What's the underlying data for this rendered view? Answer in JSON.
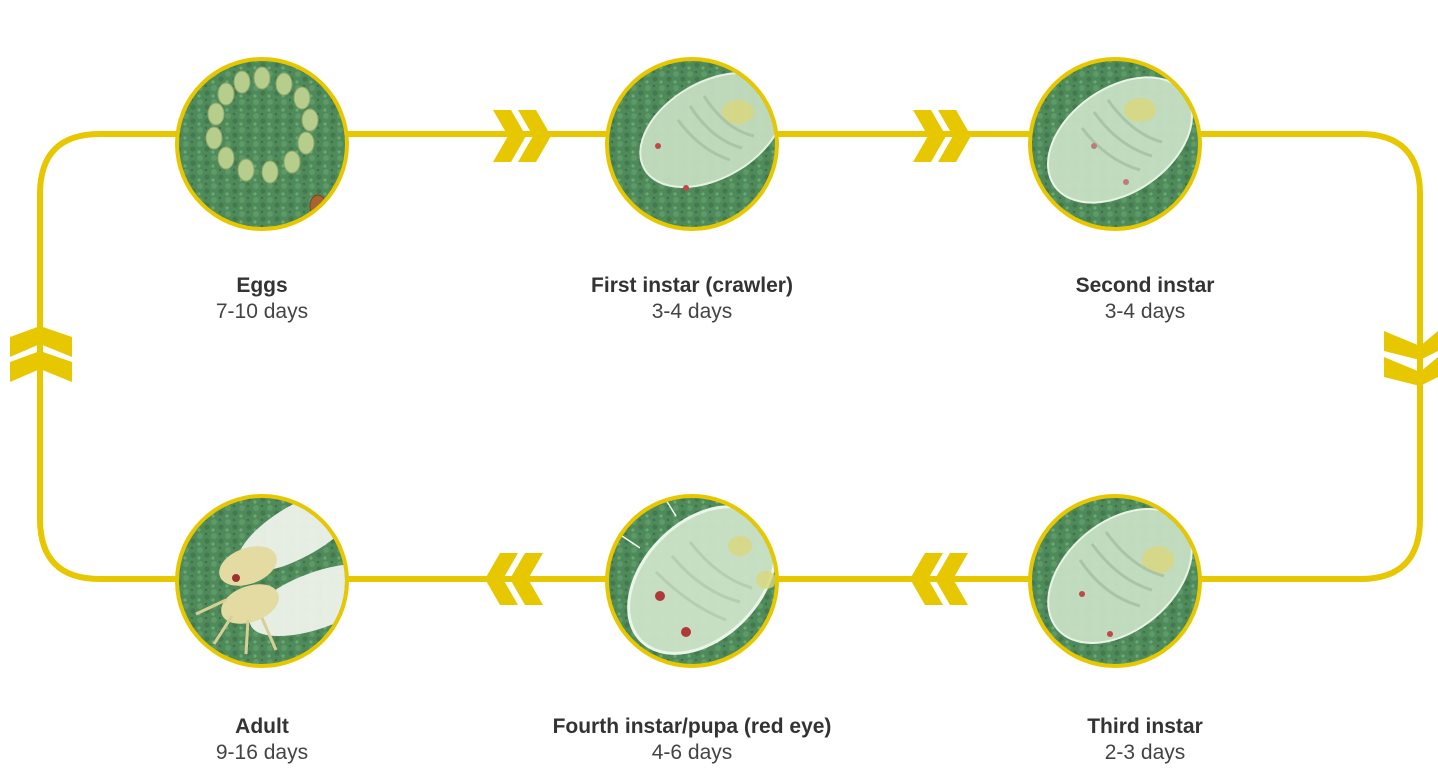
{
  "accent_color": "#e6c700",
  "stages": [
    {
      "id": "eggs",
      "name": "Eggs",
      "duration": "7-10 days",
      "illustration": "egg-cluster"
    },
    {
      "id": "first-instar",
      "name": "First instar (crawler)",
      "duration": "3-4 days",
      "illustration": "nymph"
    },
    {
      "id": "second-instar",
      "name": "Second instar",
      "duration": "3-4 days",
      "illustration": "nymph"
    },
    {
      "id": "third-instar",
      "name": "Third instar",
      "duration": "2-3 days",
      "illustration": "nymph"
    },
    {
      "id": "fourth-instar",
      "name": "Fourth instar/pupa (red eye)",
      "duration": "4-6 days",
      "illustration": "pupa"
    },
    {
      "id": "adult",
      "name": "Adult",
      "duration": "9-16 days",
      "illustration": "adult-whitefly"
    }
  ]
}
